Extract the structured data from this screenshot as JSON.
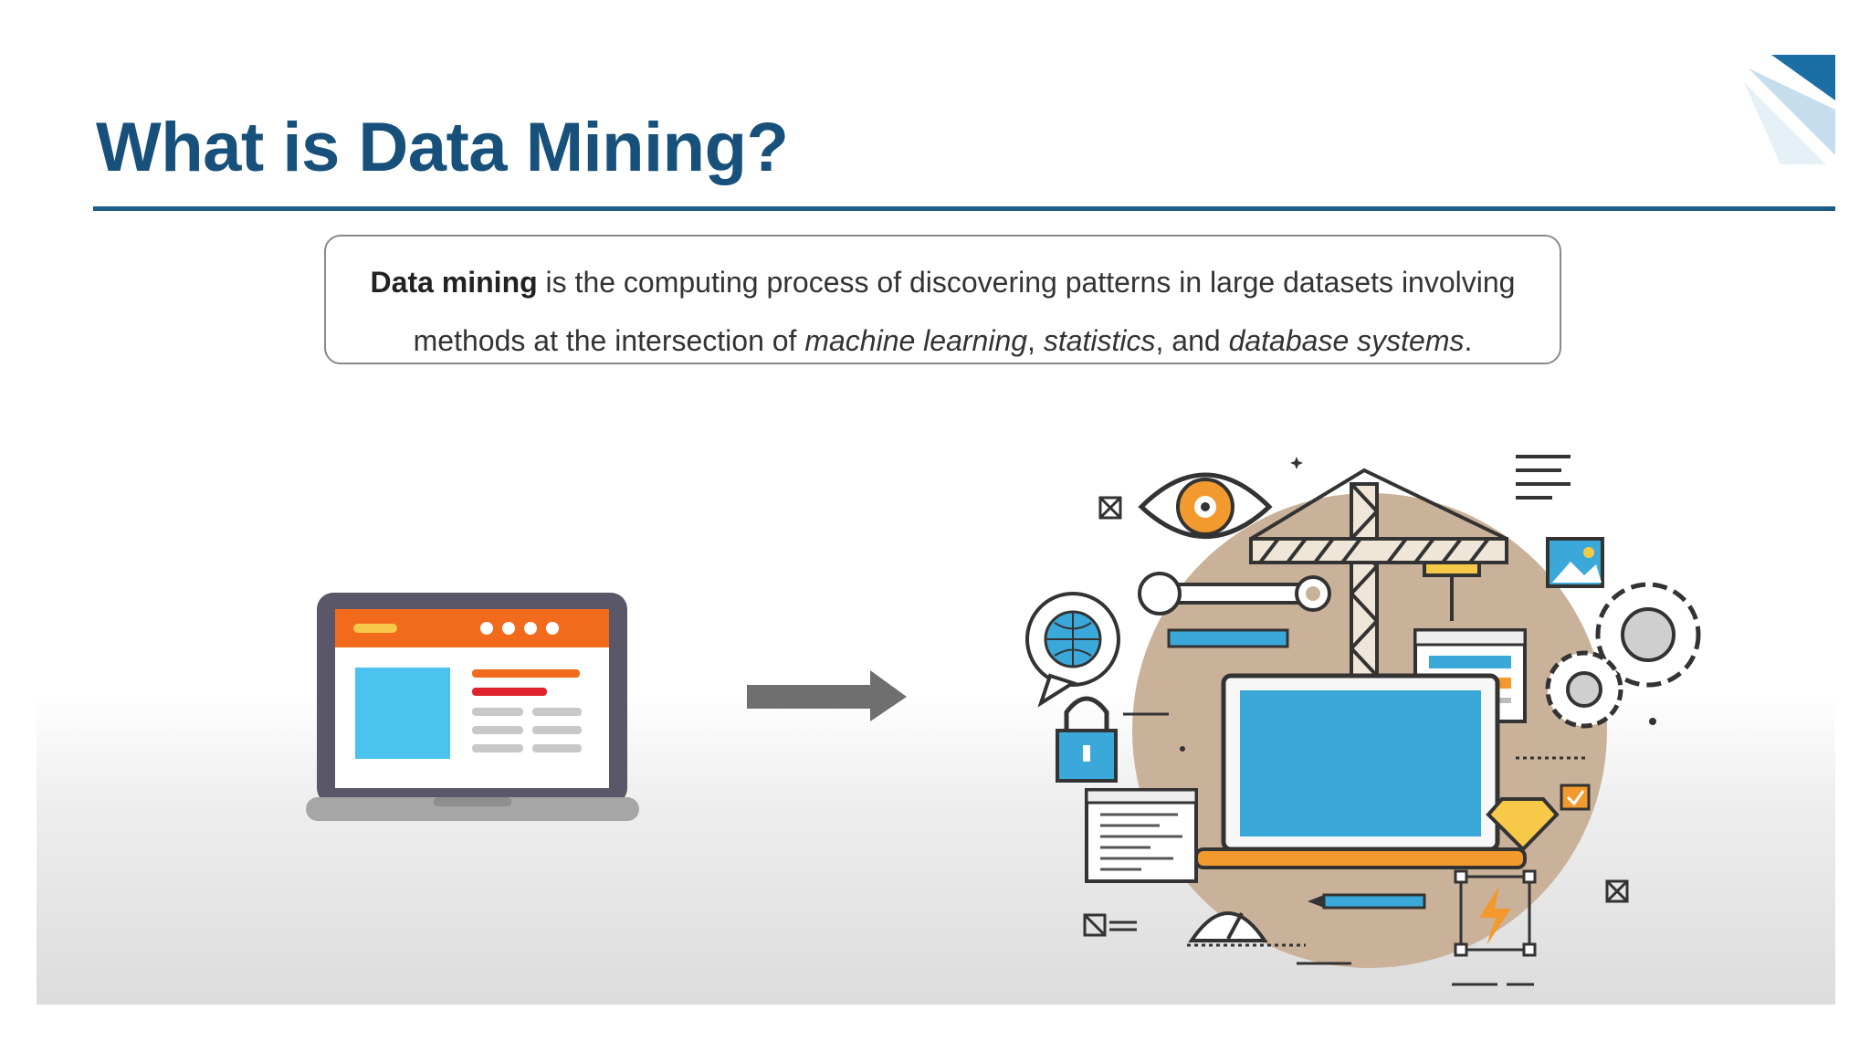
{
  "slide": {
    "title": "What is Data Mining?",
    "definition": {
      "term": "Data mining",
      "text_1": " is the computing process of discovering patterns in large datasets involving methods at the intersection of ",
      "em_1": "machine learning",
      "sep_1": ", ",
      "em_2": "statistics",
      "sep_2": ", and ",
      "em_3": "database systems",
      "end": "."
    }
  },
  "colors": {
    "title": "#17507a",
    "rule": "#1b5b86",
    "accent_orange": "#f26b1d",
    "accent_blue": "#3aa8d8"
  },
  "icons": {
    "left": "laptop-webpage-icon",
    "middle": "right-arrow-icon",
    "right": "data-mining-construction-illustration"
  }
}
